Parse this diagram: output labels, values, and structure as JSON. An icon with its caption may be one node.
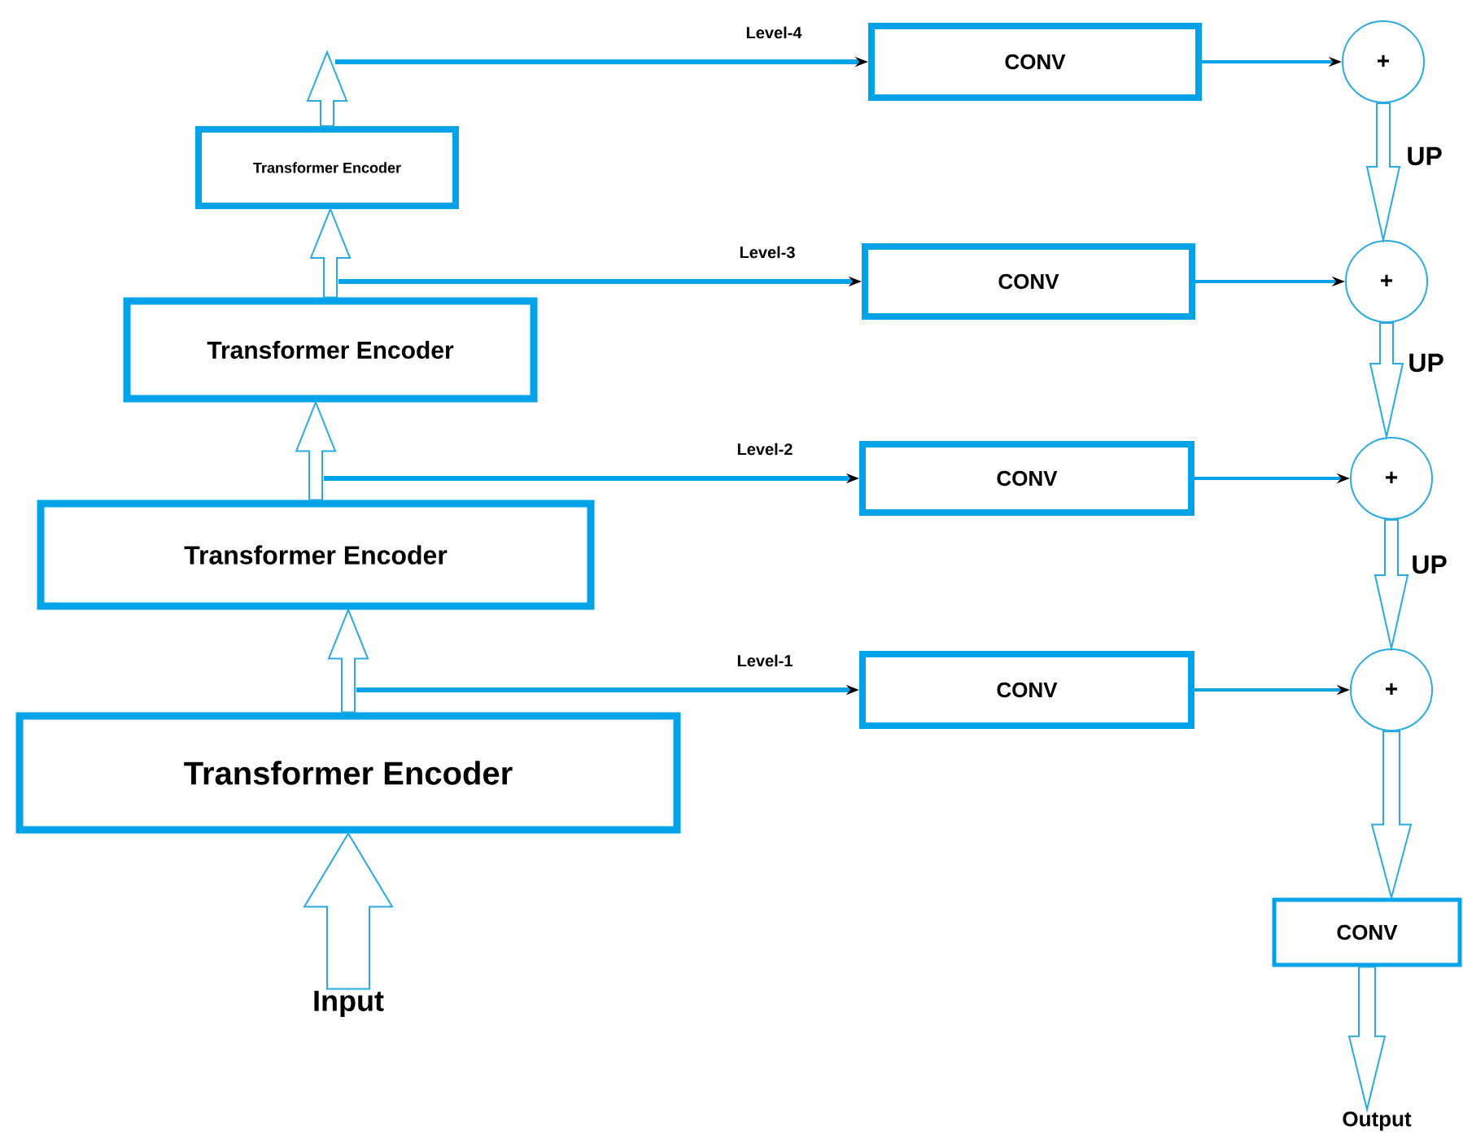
{
  "diagram": {
    "nodes": [
      {
        "text": [
          "Transformer Encoder"
        ]
      },
      {
        "text": [
          "Transformer Encoder"
        ]
      },
      {
        "text": [
          "Transformer Encoder"
        ]
      },
      {
        "text": [
          "Transformer Encoder"
        ]
      },
      {
        "text": [
          "CONV"
        ]
      },
      {
        "text": [
          "CONV"
        ]
      },
      {
        "text": [
          "CONV"
        ]
      },
      {
        "text": [
          "CONV"
        ]
      },
      {
        "text": [
          "+"
        ]
      },
      {
        "text": [
          "+"
        ]
      },
      {
        "text": [
          "+"
        ]
      },
      {
        "text": [
          "+"
        ]
      },
      {
        "text": [
          "CONV"
        ]
      },
      {
        "text": [
          "Input"
        ]
      },
      {
        "text": [
          "Output"
        ]
      }
    ],
    "edges": [
      {
        "from": 13,
        "to": 0,
        "arrow": "to",
        "style": "thick"
      },
      {
        "from": 0,
        "to": 1,
        "arrow": "to",
        "style": "thick"
      },
      {
        "from": 1,
        "to": 2,
        "arrow": "to",
        "style": "thick"
      },
      {
        "from": 2,
        "to": 3,
        "arrow": "to",
        "style": "thick"
      },
      {
        "from": 3,
        "to": null,
        "arrow": "to",
        "style": "thick"
      },
      {
        "from": 0,
        "to": 7,
        "arrow": "to",
        "label": "Level-1"
      },
      {
        "from": 1,
        "to": 6,
        "arrow": "to",
        "label": "Level-2"
      },
      {
        "from": 2,
        "to": 5,
        "arrow": "to",
        "label": "Level-3"
      },
      {
        "from": 3,
        "to": 4,
        "arrow": "to",
        "label": "Level-4"
      },
      {
        "from": 4,
        "to": 8,
        "arrow": "to"
      },
      {
        "from": 5,
        "to": 9,
        "arrow": "to"
      },
      {
        "from": 6,
        "to": 10,
        "arrow": "to"
      },
      {
        "from": 7,
        "to": 11,
        "arrow": "to"
      },
      {
        "from": 8,
        "to": 9,
        "arrow": "to",
        "style": "thick",
        "label": "UP"
      },
      {
        "from": 9,
        "to": 10,
        "arrow": "to",
        "style": "thick",
        "label": "UP"
      },
      {
        "from": 10,
        "to": 11,
        "arrow": "to",
        "style": "thick",
        "label": "UP"
      },
      {
        "from": 11,
        "to": 12,
        "arrow": "to",
        "style": "thick"
      },
      {
        "from": 12,
        "to": 14,
        "arrow": "to",
        "style": "thick"
      }
    ]
  }
}
